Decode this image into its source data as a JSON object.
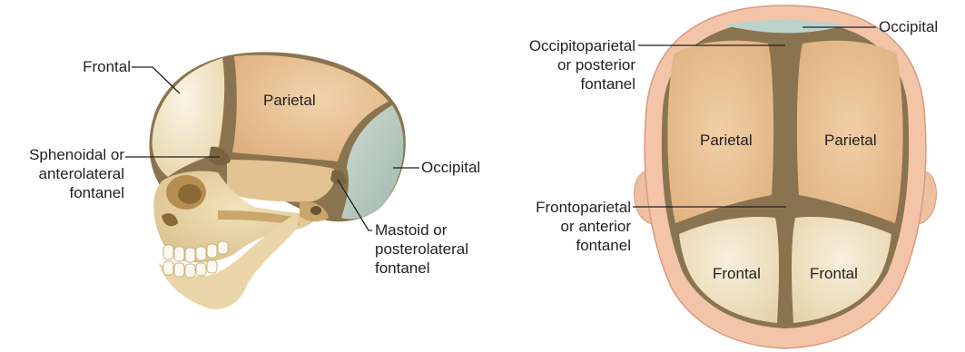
{
  "lateral_view": {
    "labels": {
      "frontal": "Frontal",
      "parietal": "Parietal",
      "sphenoidal": [
        "Sphenoidal or",
        "anterolateral",
        "fontanel"
      ],
      "occipital": "Occipital",
      "mastoid": [
        "Mastoid or",
        "posterolateral",
        "fontanel"
      ]
    }
  },
  "superior_view": {
    "labels": {
      "occipital": "Occipital",
      "posterior_fontanel": [
        "Occipitoparietal",
        "or posterior",
        "fontanel"
      ],
      "parietal_left": "Parietal",
      "parietal_right": "Parietal",
      "anterior_fontanel": [
        "Frontoparietal",
        "or anterior",
        "fontanel"
      ],
      "frontal_left": "Frontal",
      "frontal_right": "Frontal"
    }
  },
  "colors": {
    "parietal": "#eac59a",
    "frontal": "#f3e8cf",
    "occipital": "#bcd0c8",
    "fontanel_membrane": "#8a7450",
    "skin": "#f3c4a8",
    "leader_line": "#231f20"
  }
}
